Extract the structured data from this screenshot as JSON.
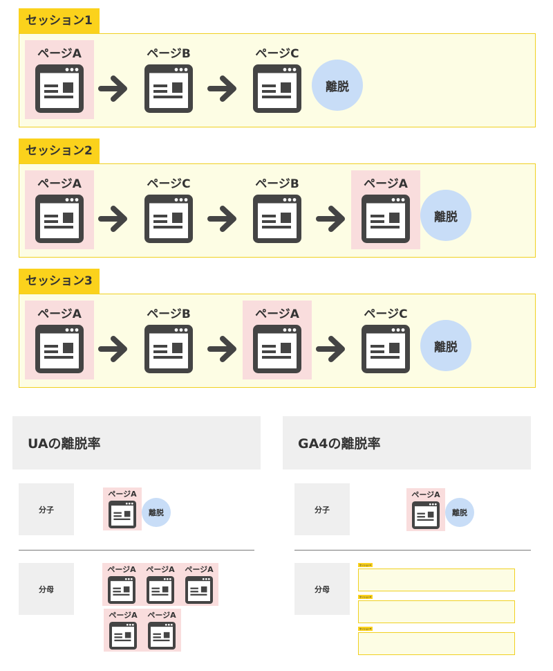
{
  "colors": {
    "accent": "#fbd21c",
    "session_bg": "#fdfde4",
    "highlight": "#f9dddd",
    "exit": "#c8ddf7",
    "icon": "#444444"
  },
  "sessions": [
    {
      "label": "セッション1",
      "pages": [
        "ページA",
        "ページB",
        "ページC"
      ],
      "exit_label": "離脱"
    },
    {
      "label": "セッション2",
      "pages": [
        "ページA",
        "ページC",
        "ページB",
        "ページA"
      ],
      "exit_label": "離脱"
    },
    {
      "label": "セッション3",
      "pages": [
        "ページA",
        "ページB",
        "ページA",
        "ページC"
      ],
      "exit_label": "離脱"
    }
  ],
  "summary": {
    "ua": {
      "title": "UAの離脱率",
      "numerator": {
        "label": "分子",
        "pages": [
          "ページA"
        ],
        "exit_label": "離脱"
      },
      "denominator": {
        "label": "分母",
        "pages": [
          "ページA",
          "ページA",
          "ページA",
          "ページA",
          "ページA"
        ]
      }
    },
    "ga4": {
      "title": "GA4の離脱率",
      "numerator": {
        "label": "分子",
        "pages": [
          "ページA"
        ],
        "exit_label": "離脱"
      },
      "denominator": {
        "label": "分母",
        "session_tags": [
          "セッション1",
          "セッション2",
          "セッション3"
        ]
      }
    }
  },
  "icons": {
    "page": "browser-page-icon",
    "arrow": "arrow-right-icon"
  }
}
